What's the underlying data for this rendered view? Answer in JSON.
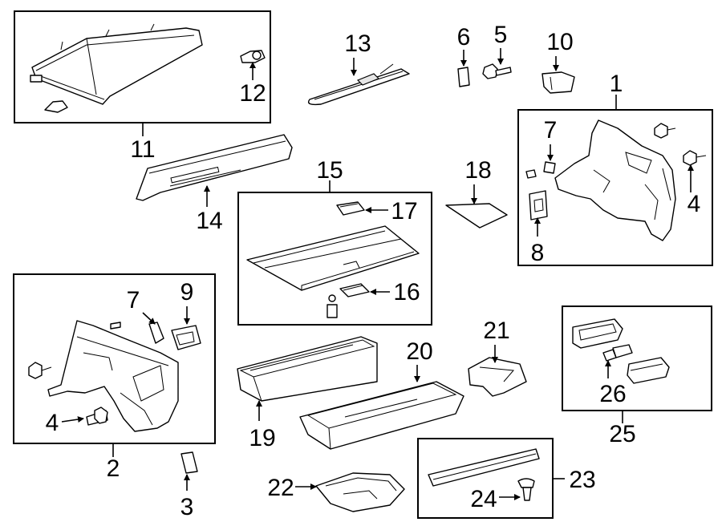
{
  "callouts": {
    "c1": "1",
    "c2": "2",
    "c3": "3",
    "c4a": "4",
    "c4b": "4",
    "c5": "5",
    "c6": "6",
    "c7a": "7",
    "c7b": "7",
    "c8": "8",
    "c9": "9",
    "c10": "10",
    "c11": "11",
    "c12": "12",
    "c13": "13",
    "c14": "14",
    "c15": "15",
    "c16": "16",
    "c17": "17",
    "c18": "18",
    "c19": "19",
    "c20": "20",
    "c21": "21",
    "c22": "22",
    "c23": "23",
    "c24": "24",
    "c25": "25",
    "c26": "26"
  }
}
